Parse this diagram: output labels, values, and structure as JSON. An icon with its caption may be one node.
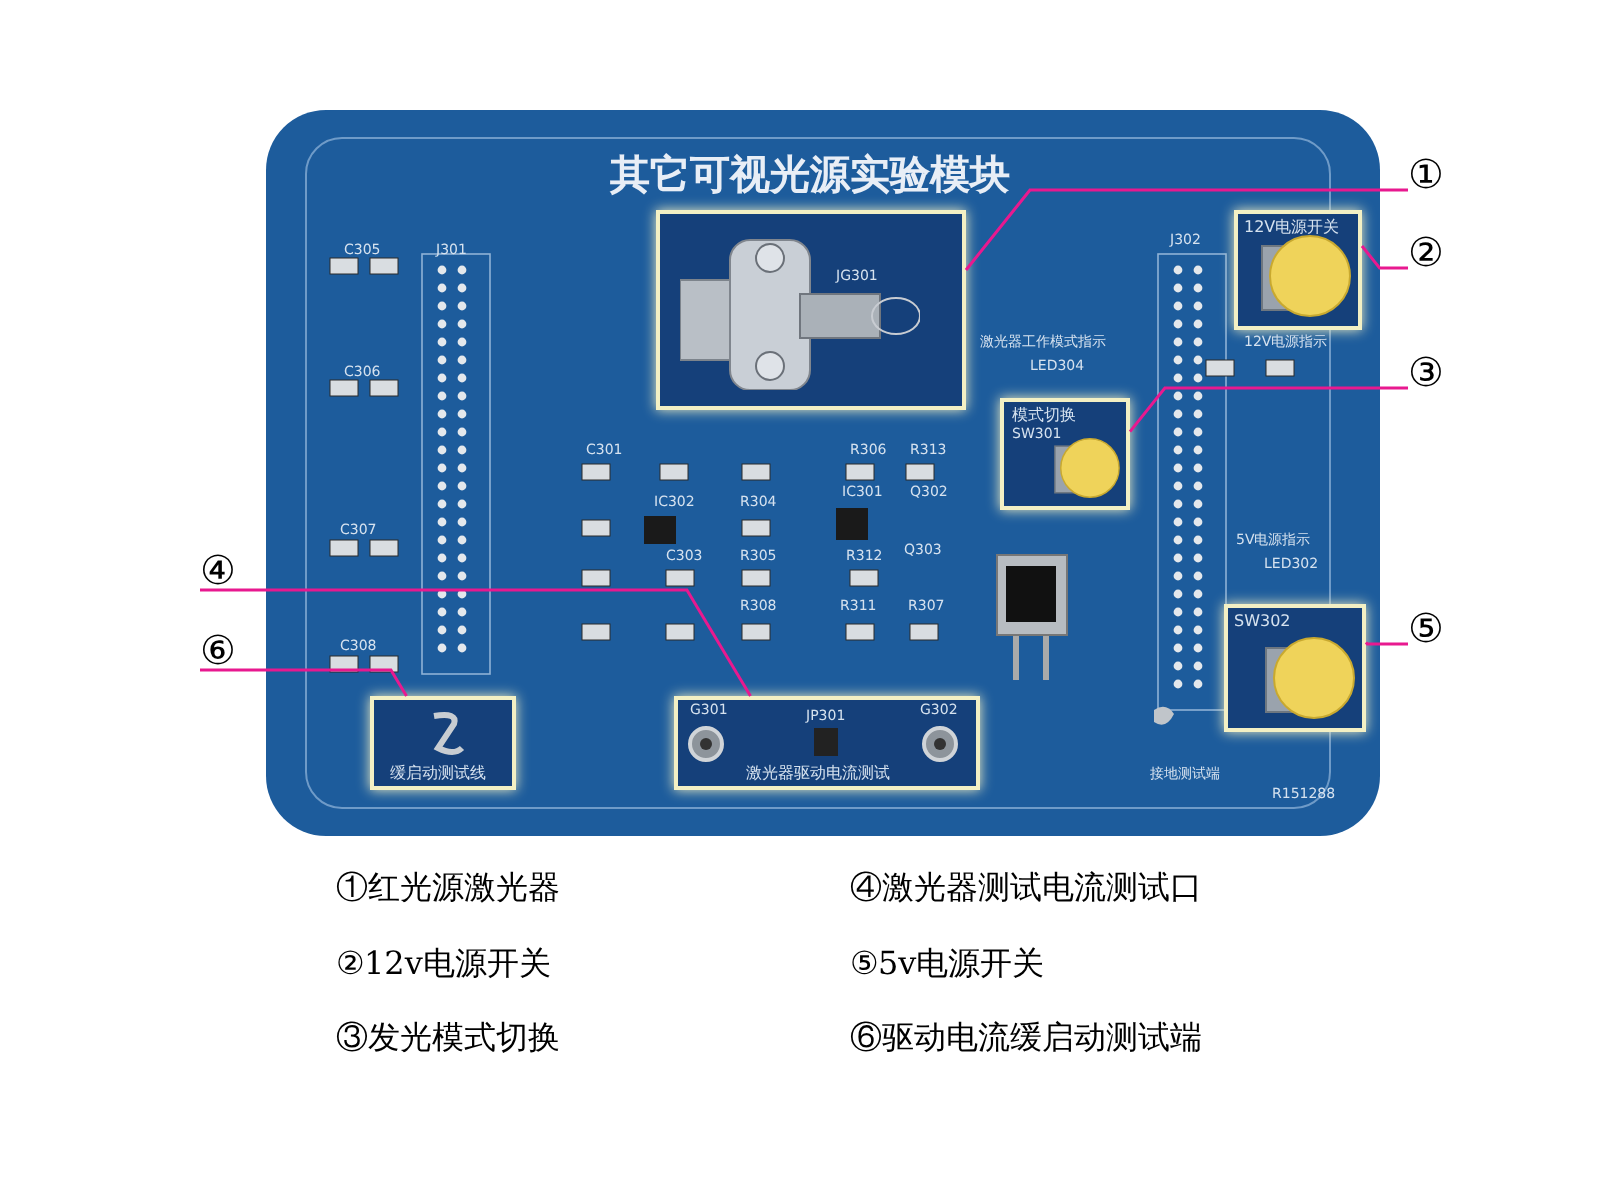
{
  "diagram": {
    "nodes": [
      {
        "text": [
          "其它可视光源实验模块"
        ]
      },
      {
        "text": [
          "JG301"
        ],
        "in": 0
      },
      {
        "text": [
          "12V电源开关"
        ],
        "in": 0
      },
      {
        "text": [
          "模式切换",
          "SW301"
        ],
        "in": 0
      },
      {
        "text": [
          "G301",
          "JP301",
          "G302",
          "激光器驱动电流测试"
        ],
        "in": 0
      },
      {
        "text": [
          "SW302"
        ],
        "in": 0
      },
      {
        "text": [
          "缓启动测试线"
        ],
        "in": 0
      },
      {
        "text": [
          "①"
        ]
      },
      {
        "text": [
          "②"
        ]
      },
      {
        "text": [
          "③"
        ]
      },
      {
        "text": [
          "④"
        ]
      },
      {
        "text": [
          "⑤"
        ]
      },
      {
        "text": [
          "⑥"
        ]
      }
    ],
    "edges": [
      {
        "from": 7,
        "to": 1,
        "arrow": "none",
        "color": "#e8198f"
      },
      {
        "from": 8,
        "to": 2,
        "arrow": "none",
        "color": "#e8198f"
      },
      {
        "from": 9,
        "to": 3,
        "arrow": "none",
        "color": "#e8198f"
      },
      {
        "from": 10,
        "to": 4,
        "arrow": "none",
        "color": "#e8198f"
      },
      {
        "from": 11,
        "to": 5,
        "arrow": "none",
        "color": "#e8198f"
      },
      {
        "from": 12,
        "to": 6,
        "arrow": "none",
        "color": "#e8198f"
      }
    ],
    "labels": [
      "C305",
      "J301",
      "C306",
      "激光器工作模式指示",
      "LED304",
      "J302",
      "12V电源指示",
      "C301",
      "R306",
      "R313",
      "IC302",
      "R304",
      "IC301",
      "Q302",
      "C307",
      "5V电源指示",
      "LED302",
      "C303",
      "R305",
      "R312",
      "Q303",
      "R308",
      "R311",
      "R307",
      "C308",
      "接地测试端",
      "R151288",
      "①红光源激光器",
      "④激光器测试电流测试口",
      "②12v电源开关",
      "⑤5v电源开关",
      "③发光模式切换",
      "⑥驱动电流缓启动测试端"
    ]
  }
}
